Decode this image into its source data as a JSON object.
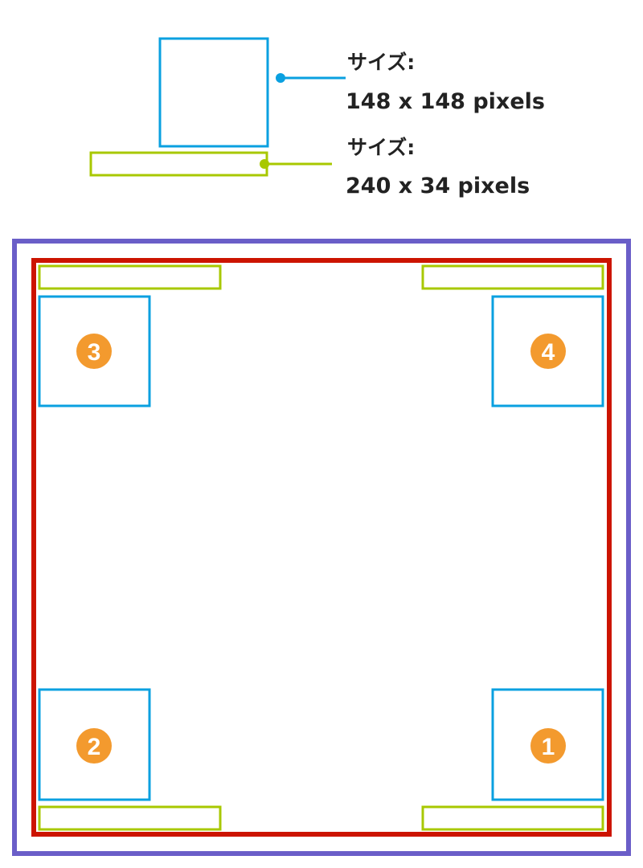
{
  "legend": [
    {
      "label": "サイズ:",
      "size": "148 x 148 pixels",
      "color": "#0aa0e0"
    },
    {
      "label": "サイズ:",
      "size": "240 x 34 pixels",
      "color": "#a8c800"
    }
  ],
  "colors": {
    "outer_frame": "#6a5ec8",
    "inner_frame": "#cc1400",
    "square": "#0aa0e0",
    "bar": "#a8c800",
    "marker": "#f39a2e"
  },
  "markers": [
    "1",
    "2",
    "3",
    "4"
  ]
}
